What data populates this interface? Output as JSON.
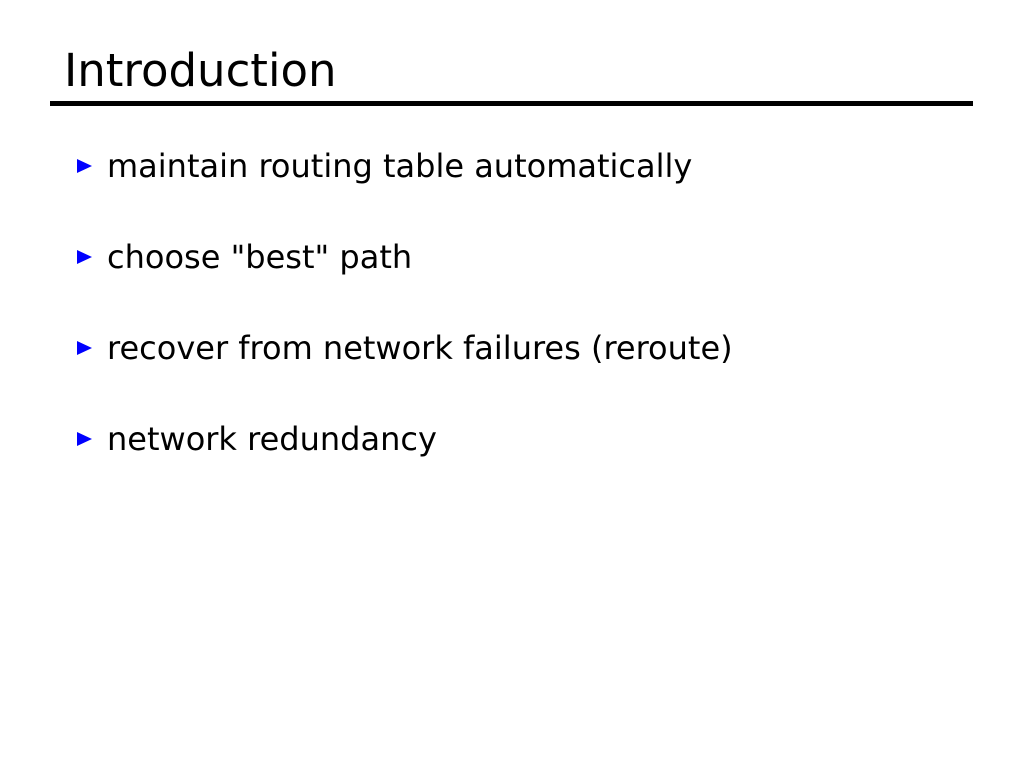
{
  "slide": {
    "title": "Introduction",
    "background_color": "#ffffff",
    "title_color": "#000000",
    "rule_color": "#000000",
    "bullet_color": "#0000ff",
    "text_color": "#000000",
    "bullet_icon": "triangle-right-icon",
    "bullets": [
      {
        "text": "maintain routing table automatically"
      },
      {
        "text": "choose \"best\" path"
      },
      {
        "text": "recover from network failures (reroute)"
      },
      {
        "text": "network redundancy"
      }
    ]
  }
}
